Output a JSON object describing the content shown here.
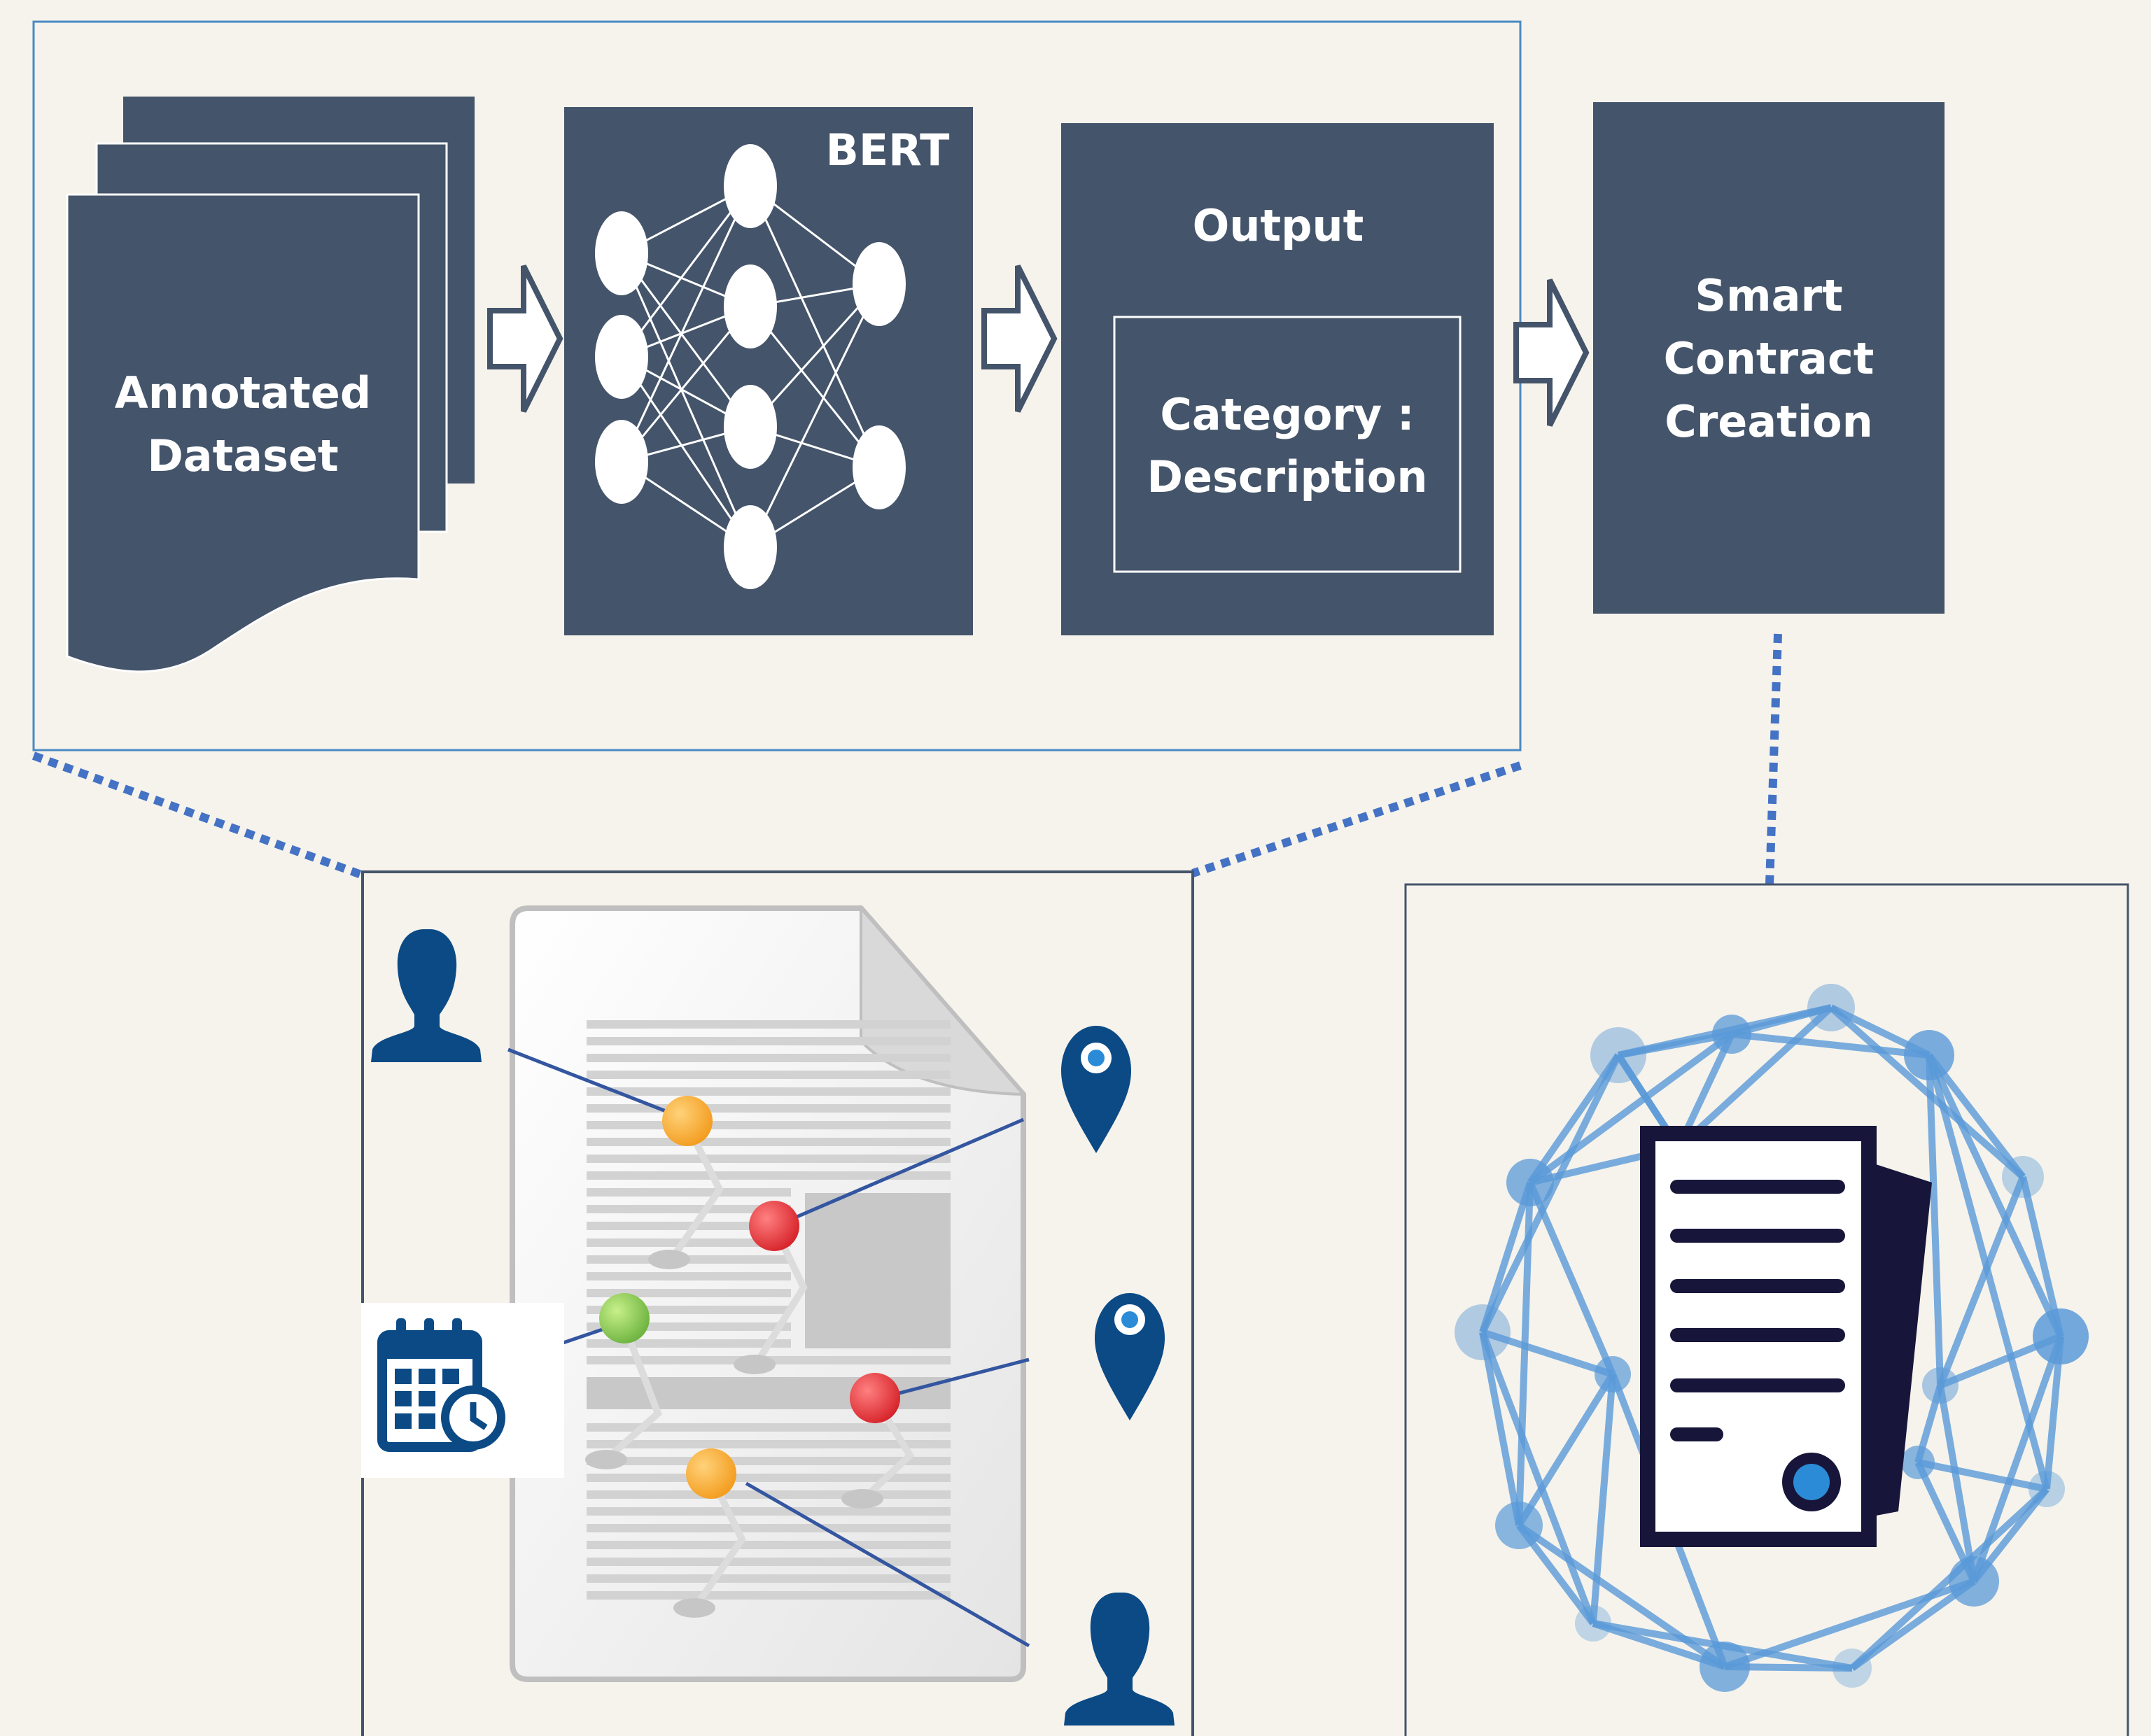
{
  "colors": {
    "background": "#f6f3ec",
    "box_fill": "#44546a",
    "frame_border": "#4a8ac4",
    "dotted_connector": "#4472c4",
    "white": "#ffffff",
    "icon_dark_blue": "#0b4a85",
    "network_blue": "#5a9ad8",
    "contract_navy": "#17163a"
  },
  "pipeline": {
    "dataset": {
      "line1": "Annotated",
      "line2": "Dataset",
      "icon": "document-stack-icon"
    },
    "model": {
      "label": "BERT",
      "icon": "neural-network-icon"
    },
    "output": {
      "title": "Output",
      "line1": "Category :",
      "line2": "Description"
    },
    "contract": {
      "line1": "Smart",
      "line2": "Contract",
      "line3": "Creation"
    }
  },
  "illustrations": {
    "annotation": {
      "icons": [
        "person-icon",
        "calendar-clock-icon",
        "location-pin-icon",
        "annotated-document-icon"
      ],
      "pin_colors": [
        "#f39c1e",
        "#d6232a",
        "#6cb33f",
        "#d6232a",
        "#f39c1e"
      ]
    },
    "blockchain": {
      "icons": [
        "blockchain-network-icon",
        "certificate-document-icon"
      ]
    }
  }
}
